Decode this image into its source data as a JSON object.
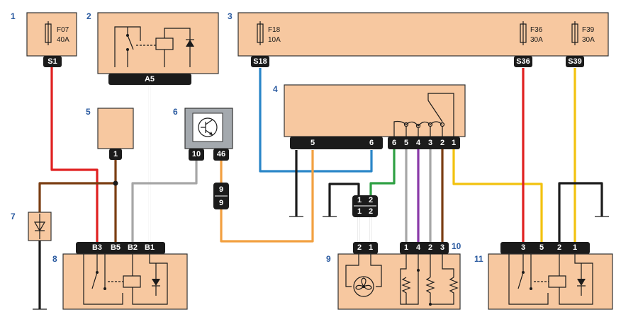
{
  "components": [
    {
      "id": "1",
      "label": "1"
    },
    {
      "id": "2",
      "label": "2"
    },
    {
      "id": "3",
      "label": "3"
    },
    {
      "id": "4",
      "label": "4"
    },
    {
      "id": "5",
      "label": "5"
    },
    {
      "id": "6",
      "label": "6"
    },
    {
      "id": "7",
      "label": "7"
    },
    {
      "id": "8",
      "label": "8"
    },
    {
      "id": "9",
      "label": "9"
    },
    {
      "id": "10",
      "label": "10"
    },
    {
      "id": "11",
      "label": "11"
    }
  ],
  "fuses": [
    {
      "name": "F07",
      "rating": "40A",
      "pin": "S1"
    },
    {
      "name": "F18",
      "rating": "10A",
      "pin": "S18"
    },
    {
      "name": "F36",
      "rating": "30A",
      "pin": "S36"
    },
    {
      "name": "F39",
      "rating": "30A",
      "pin": "S39"
    }
  ],
  "connectors": {
    "relay2": [
      "A5"
    ],
    "comp4_left": [
      "5",
      "6"
    ],
    "comp4_right": [
      "6",
      "5",
      "4",
      "3",
      "2",
      "1"
    ],
    "comp5": [
      "1"
    ],
    "comp6": [
      "10",
      "46"
    ],
    "inline_orange": [
      "9",
      "9"
    ],
    "inline_fan": [
      "1",
      "2",
      "1",
      "2"
    ],
    "comp8": [
      "B3",
      "B5",
      "B2",
      "B1"
    ],
    "comp9": [
      "2",
      "1"
    ],
    "comp10": [
      "1",
      "4",
      "2",
      "3"
    ],
    "comp11": [
      "3",
      "5",
      "2",
      "1"
    ]
  },
  "colors": {
    "red": "#e02020",
    "brown": "#7a3d12",
    "gray": "#a6a6a6",
    "blue": "#2a86c8",
    "orange": "#f2a040",
    "green": "#2ea043",
    "purple": "#8a3aa8",
    "yellow": "#f2c20e",
    "black": "#1b1b1b",
    "box": "#f7c8a0"
  }
}
